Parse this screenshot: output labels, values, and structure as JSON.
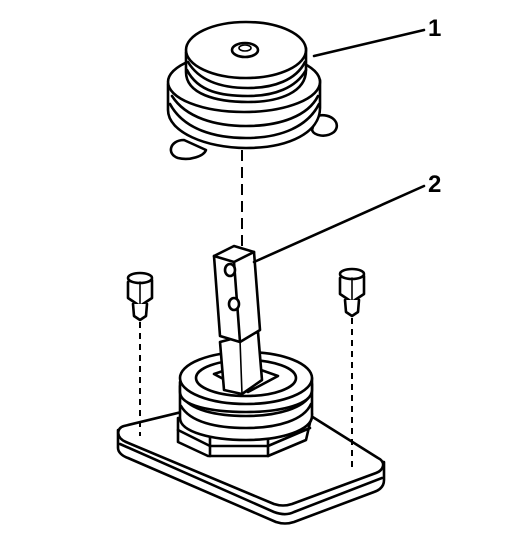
{
  "callouts": [
    {
      "label": "1",
      "part": "cap"
    },
    {
      "label": "2",
      "part": "rotor"
    }
  ],
  "colors": {
    "line": "#000000",
    "background": "#ffffff"
  }
}
